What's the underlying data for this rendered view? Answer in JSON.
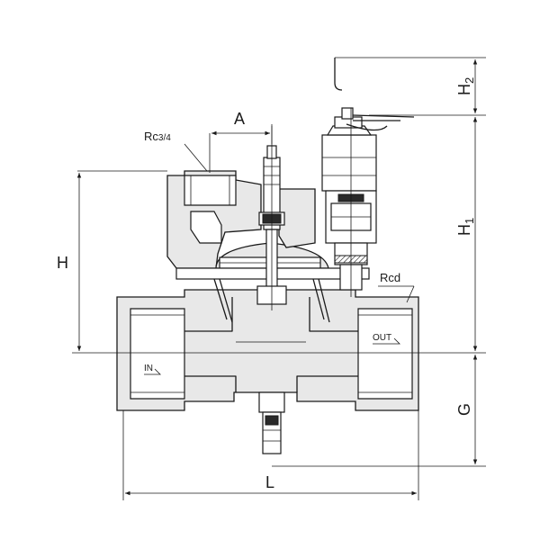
{
  "labels": {
    "A": "A",
    "H": "H",
    "H1_main": "H",
    "H1_sub": "1",
    "H2_main": "H",
    "H2_sub": "2",
    "G": "G",
    "L": "L",
    "Rcd": "Rcd",
    "Rc34_main": "Rc",
    "Rc34_frac": "3/4",
    "IN": "IN",
    "OUT": "OUT"
  }
}
